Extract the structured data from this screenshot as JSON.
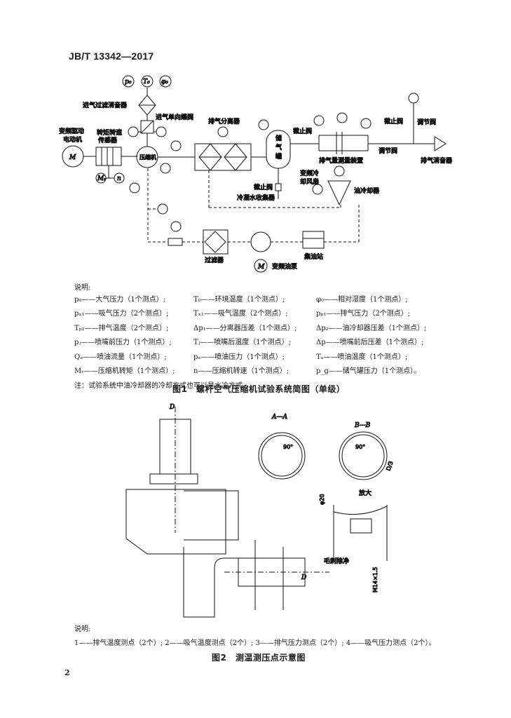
{
  "header": {
    "std_no": "JB/T 13342—2017"
  },
  "fig1": {
    "labels": {
      "p0": "p₀",
      "t0": "T₀",
      "phi0": "φ₀",
      "intake_filter": "进气过滤消音器",
      "intake_valve": "进气单向蝶阀",
      "motor": "变频驱动\n电动机",
      "torque_sensor": "转矩转速\n传感器",
      "compressor": "压缩机",
      "separator": "排气分离器",
      "tank": "储\n气\n罐",
      "stop_valve1": "截止阀",
      "flow_device": "排气量测量装置",
      "stop_valve2": "截止阀",
      "reg_valve1": "调节阀",
      "reg_valve2": "调节阀",
      "exhaust_silencer": "排气消音器",
      "stop_valve3": "截止阀",
      "condensate": "冷凝水收集器",
      "fan": "变频冷\n却风扇",
      "oil_cooler": "油冷却器",
      "oil_station": "集油站",
      "oil_filter": "过滤器",
      "oil_pump": "变频油泵"
    },
    "legend_title": "说明:",
    "legend_rows": [
      [
        "p₀——大气压力（1个测点）;",
        "T₀——环境温度（1个测点）;",
        "φ₀——相对湿度（1个测点）;"
      ],
      [
        "pₓ₁——吸气压力（2个测点）;",
        "Tₓ₁——吸气温度（2个测点）;",
        "pₚ₁——排气压力（2个测点）;"
      ],
      [
        "Tₚ₁——排气温度（2个测点）;",
        "Δp₁——分离器压差（1个测点）;",
        "Δp₂——油冷却器压差（1个测点）;"
      ],
      [
        "pⱼ——喷嘴前压力（1个测点）;",
        "Tⱼ——喷嘴后温度（1个测点）;",
        "Δp——喷嘴前后压差（1个测点）;"
      ],
      [
        "Qₐ——喷油流量（1个测点）;",
        "pₐ——喷油压力（1个测点）;",
        "Tₐ——喷油温度（1个测点）;"
      ],
      [
        "Mᵣ——压缩机转矩（1个测点）;",
        "n——压缩机转速（1个测点）;",
        "p_g——储气罐压力（1个测点）。"
      ]
    ],
    "note": "注：试验系统中油冷却器的冷却方式也可以是水冷方式。",
    "caption": "图1　螺杆空气压缩机试验系统简图（单级）"
  },
  "fig2": {
    "labels": {
      "d": "D",
      "aa": "A—A",
      "bb": "B—B",
      "enlarge": "放大",
      "burr": "毛刺除净",
      "thread": "M14×1.5",
      "phi20": "φ20",
      "angle": "90°",
      "d3": "D/3"
    },
    "legend_title": "说明:",
    "legend_text": "1——排气温度测点（2个）; 2——吸气温度测点（2个）; 3——排气压力测点（2个）; 4——吸气压力测点（2个）。",
    "caption": "图2　测温测压点示意图"
  },
  "page_number": "2"
}
